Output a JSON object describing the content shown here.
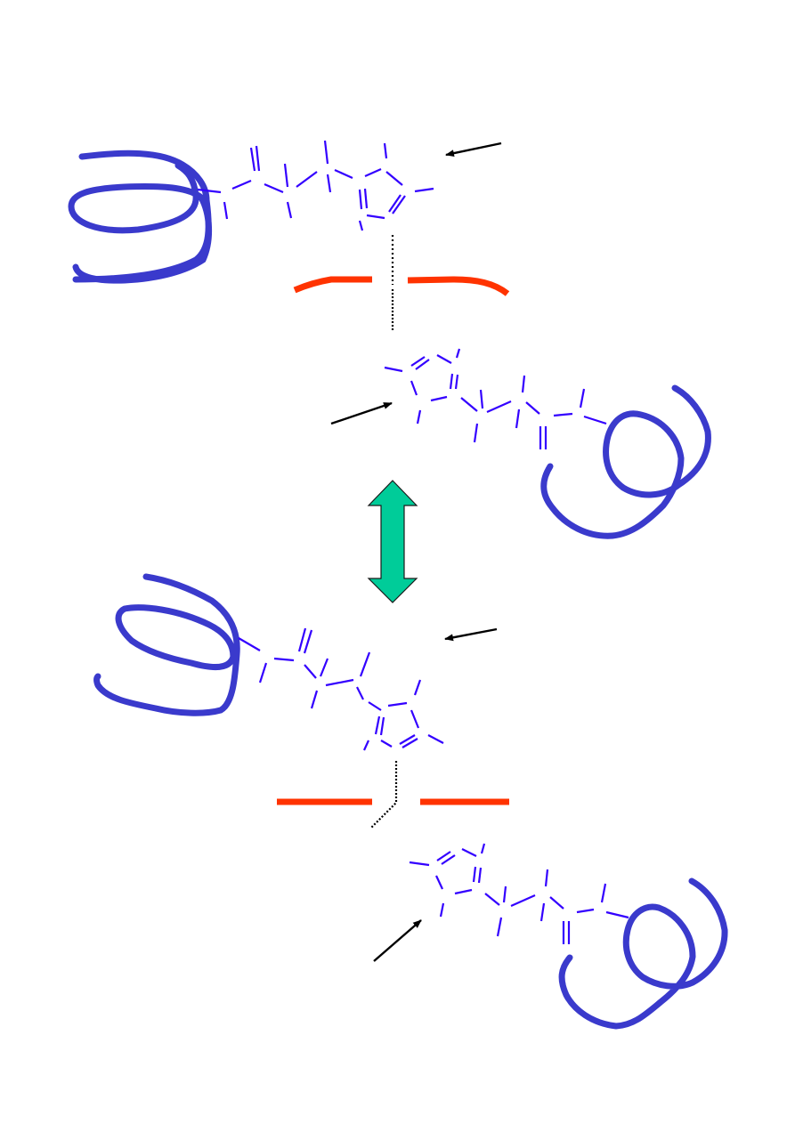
{
  "colors": {
    "protein_coil": "#3a3acc",
    "molecule_bonds": "#3300ff",
    "membrane": "#ff3300",
    "interconversion_arrow_fill": "#00cc99",
    "interconversion_arrow_stroke": "#1a1a1a",
    "pointer_arrows": "#000000"
  },
  "icons": {
    "interconversion": "double-headed-arrow-icon",
    "pointer": "arrow-icon"
  },
  "panels": [
    {
      "name": "top-pair",
      "membrane_shape": "curved"
    },
    {
      "name": "bottom-pair",
      "membrane_shape": "flat"
    }
  ]
}
